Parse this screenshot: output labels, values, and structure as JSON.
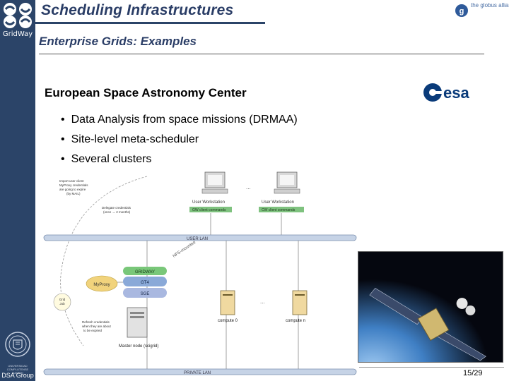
{
  "sidebar": {
    "brand_label": "GridWay",
    "crest_text": "UNIVERSIDAD COMPLUTENSE MADRID",
    "group_label": "DSA Group"
  },
  "header": {
    "title": "Scheduling Infrastructures",
    "subtitle": "Enterprise Grids: Examples",
    "partner_logo_text": "the globus alliance"
  },
  "content": {
    "section_title": "European Space Astronomy Center",
    "org_logo_text": "esa",
    "bullets": [
      "Data Analysis from space missions (DRMAA)",
      "Site-level meta-scheduler",
      "Several clusters"
    ]
  },
  "diagram": {
    "note_top": [
      "Import user client",
      "MyProxy credentials",
      "are going to expire",
      "(by MAIL)"
    ],
    "note_delegate": [
      "Delegate credentials",
      "(once → 2 months)"
    ],
    "note_refresh": [
      "Refresh credentials",
      "when they are about",
      "to be expired"
    ],
    "note_grid_job": [
      "Grid",
      "Job"
    ],
    "ws1_label": "User Workstation",
    "ws1_sub": "GW client commands",
    "ws2_label": "User Workstation",
    "ws2_sub": "CW client commands",
    "ellipsis": "...",
    "ssh_label": "NFS-mounted",
    "user_lan": "USER LAN",
    "private_lan": "PRIVATE LAN",
    "stack": [
      "GRIDWAY",
      "GT4",
      "SGE"
    ],
    "myproxy": "MyProxy",
    "master": "Master node (scigrid)",
    "compute0": "compute 0",
    "computeN": "compute n"
  },
  "footer": {
    "page": "15/29"
  },
  "colors": {
    "sidebar": "#2b4468",
    "title": "#2a3d66",
    "gridway": "#79c779",
    "gt4": "#8aa9d8",
    "sge": "#a9b8e0",
    "myproxy": "#f1d37c",
    "note": "#fffbe0",
    "ws_label": "#7fc27f"
  }
}
